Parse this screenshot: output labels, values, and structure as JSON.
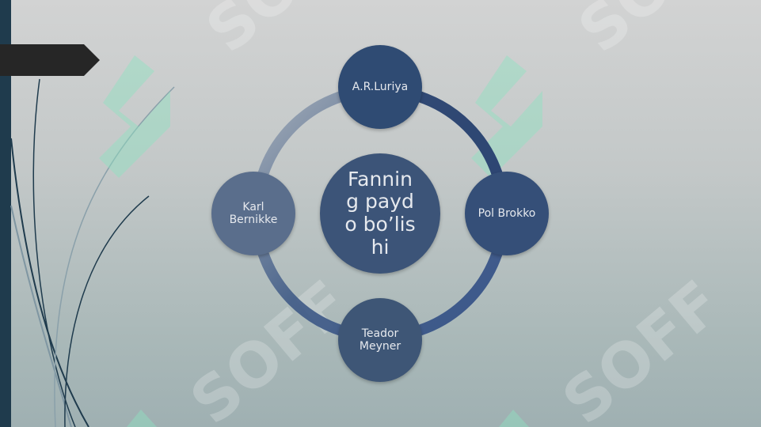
{
  "diagram": {
    "center_label": "Fanning paydo bo’lishi",
    "nodes": [
      {
        "label": "A.R.Luriya"
      },
      {
        "label": "Pol Brokko"
      },
      {
        "label": "Teador Meyner"
      },
      {
        "label": "Karl Bernikke"
      }
    ]
  },
  "watermark": {
    "text": "SOFF"
  },
  "colors": {
    "accent_dark": "#1f3b4d",
    "node_blue": "#2f4b73",
    "ring_blue": "#2d4a80",
    "watermark_green": "#8fe3c2"
  }
}
